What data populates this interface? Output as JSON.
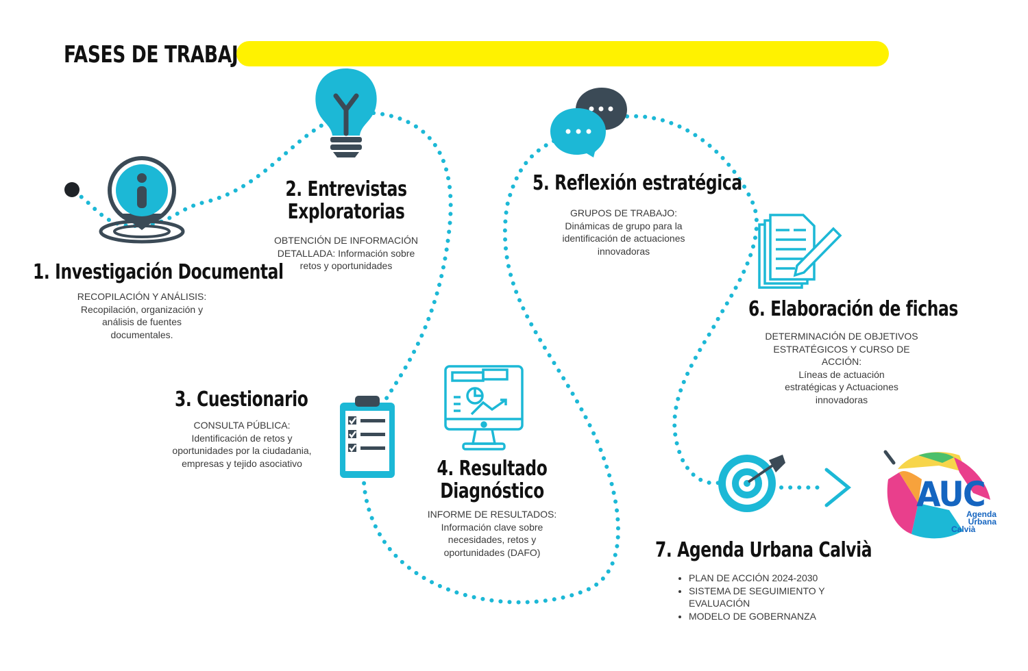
{
  "header": {
    "title": "FASES DE TRABAJO"
  },
  "phases": [
    {
      "title": "1. Investigación Documental",
      "heading": "RECOPILACIÓN Y ANÁLISIS:",
      "text": "Recopilación, organización y análisis de fuentes documentales."
    },
    {
      "title_line1": "2. Entrevistas",
      "title_line2": "Exploratorias",
      "heading": "OBTENCIÓN DE INFORMACIÓN",
      "text": "DETALLADA: Información sobre retos y oportunidades"
    },
    {
      "title": "3. Cuestionario",
      "heading": "CONSULTA PÚBLICA:",
      "text": "Identificación de retos y oportunidades por la ciudadania, empresas y tejido asociativo"
    },
    {
      "title_line1": "4. Resultado",
      "title_line2": "Diagnóstico",
      "heading": "INFORME DE RESULTADOS:",
      "text": "Información clave sobre necesidades, retos y oportunidades (DAFO)"
    },
    {
      "title": "5. Reflexión estratégica",
      "heading": "GRUPOS DE TRABAJO:",
      "text": "Dinámicas de grupo para la identificación de actuaciones innovadoras"
    },
    {
      "title": "6. Elaboración de fichas",
      "heading": "DETERMINACIÓN DE OBJETIVOS ESTRATÉGICOS Y CURSO DE ACCIÓN:",
      "text": "Líneas de actuación estratégicas y Actuaciones innovadoras"
    },
    {
      "title": "7. Agenda Urbana Calvià",
      "bullets": [
        "PLAN DE ACCIÓN 2024-2030",
        "SISTEMA DE SEGUIMIENTO Y EVALUACIÓN",
        "MODELO DE GOBERNANZA"
      ]
    }
  ],
  "logo": {
    "acronym": "AUC",
    "line1": "Agenda",
    "line2": "Urbana",
    "line3": "Calvià"
  },
  "colors": {
    "accent": "#1cb8d6",
    "highlight": "#fff200",
    "dark": "#3b4a56"
  }
}
